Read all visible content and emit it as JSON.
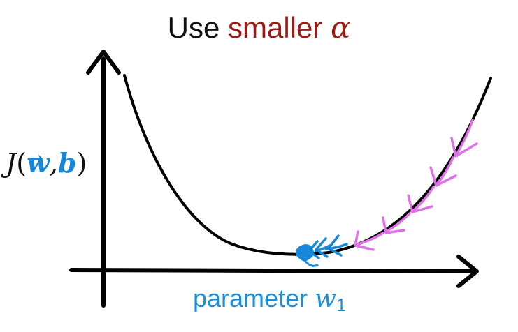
{
  "title": {
    "prefix": "Use",
    "highlight": "smaller",
    "symbol": "α"
  },
  "axes": {
    "ylabel": {
      "J": "J",
      "open": "(",
      "w": "w",
      "vec": "→",
      "comma": ",",
      "b": "b",
      "close": ")"
    },
    "xlabel": {
      "text": "parameter",
      "var": "w",
      "sub": "1"
    }
  },
  "colors": {
    "title_accent": "#9b1c14",
    "blue": "#1687d9",
    "pink": "#e070e8",
    "curve": "#000000"
  }
}
